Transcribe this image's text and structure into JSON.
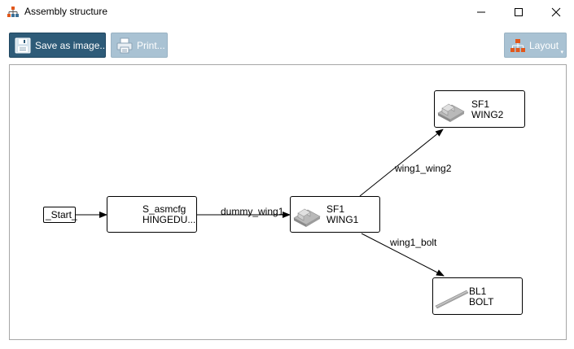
{
  "window": {
    "title": "Assembly structure",
    "app_icon": "hierarchy-icon",
    "controls": [
      "minimize-icon",
      "maximize-icon",
      "close-icon"
    ]
  },
  "toolbar": {
    "save_label": "Save as image...",
    "print_label": "Print...",
    "layout_label": "Layout",
    "save_icon": "floppy-disk-icon",
    "print_icon": "printer-icon",
    "layout_icon": "hierarchy-icon",
    "save_enabled": true,
    "print_enabled": false,
    "layout_enabled": false
  },
  "graph": {
    "nodes": {
      "start": {
        "label": "_Start_"
      },
      "asm": {
        "line1": "S_asmcfg",
        "line2": "HINGEDU..."
      },
      "wing1": {
        "line1": "SF1",
        "line2": "WING1",
        "icon": "sheet-part-icon"
      },
      "wing2": {
        "line1": "SF1",
        "line2": "WING2",
        "icon": "sheet-part-icon"
      },
      "bolt": {
        "line1": "BL1",
        "line2": "BOLT",
        "icon": "bolt-part-icon"
      }
    },
    "edges": {
      "dummy": "dummy_wing1",
      "wing1_wing2": "wing1_wing2",
      "wing1_bolt": "wing1_bolt"
    }
  },
  "colors": {
    "primary_button": "#2e5b78",
    "disabled_button": "#a9c2d3",
    "layout_icon_accent": "#e2571b"
  }
}
